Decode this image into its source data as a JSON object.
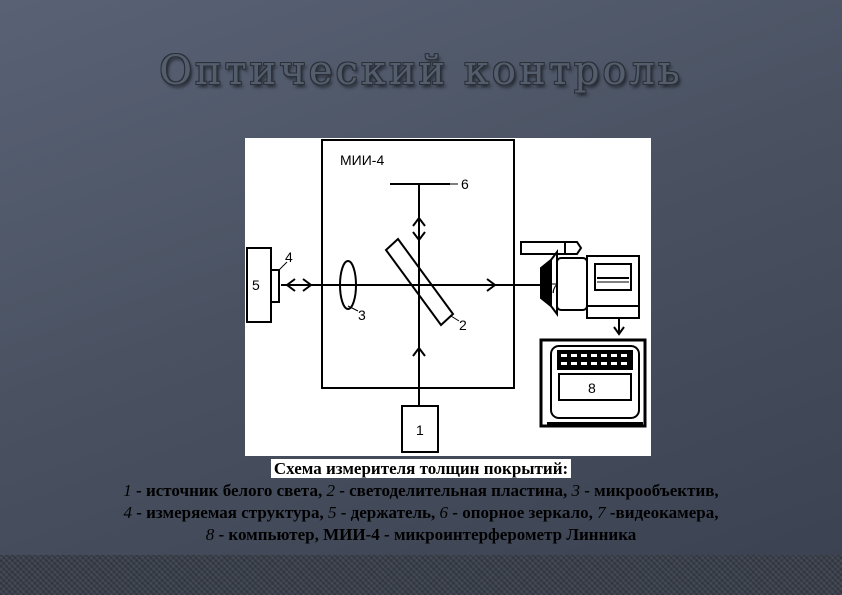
{
  "slide": {
    "title": "Оптический контроль"
  },
  "diagram": {
    "instrument_label": "МИИ-4",
    "labels": {
      "n1": "1",
      "n2": "2",
      "n3": "3",
      "n4": "4",
      "n5": "5",
      "n6": "6",
      "n7": "7",
      "n8": "8"
    }
  },
  "caption": {
    "title": "Схема измерителя толщин покрытий:",
    "lines": [
      [
        {
          "num": "1",
          "text": " - источник белого света, "
        },
        {
          "num": "2",
          "text": " - светоделительная пластина, "
        },
        {
          "num": "3",
          "text": " - микрообъектив,"
        }
      ],
      [
        {
          "num": "4",
          "text": " - измеряемая структура, "
        },
        {
          "num": "5",
          "text": " - держатель, "
        },
        {
          "num": "6",
          "text": " - опорное зеркало, "
        },
        {
          "num": "7",
          "text": " -видеокамера,"
        }
      ],
      [
        {
          "num": "8",
          "text": " - компьютер, МИИ-4 - микроинтерферометр Линника"
        }
      ]
    ]
  }
}
